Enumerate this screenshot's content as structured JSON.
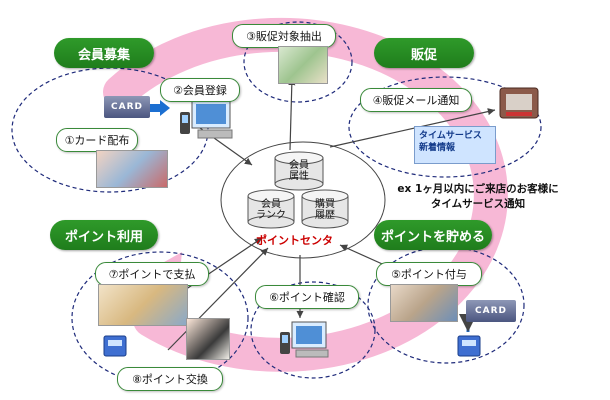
{
  "diagram": {
    "categories": {
      "membership": "会員募集",
      "promotion": "販促",
      "point_use": "ポイント利用",
      "point_save": "ポイントを貯める"
    },
    "steps": {
      "card_distribution": "①カード配布",
      "member_registration": "②会員登録",
      "promo_target_extract": "③販促対象抽出",
      "promo_mail": "④販促メール通知",
      "point_grant": "⑤ポイント付与",
      "point_check": "⑥ポイント確認",
      "point_payment": "⑦ポイントで支払",
      "point_exchange": "⑧ポイント交換"
    },
    "center": {
      "title": "ポイントセンタ",
      "db_attributes": "会員\n属性",
      "db_rank": "会員\nランク",
      "db_history": "購買\n履歴"
    },
    "card_labels": {
      "card_left": "CARD",
      "card_right": "CARD"
    },
    "mail_screen": {
      "line1": "タイムサービス",
      "line2": "新着情報"
    },
    "note": {
      "line1": "ex 1ヶ月以内にご来店のお客様に",
      "line2": "タイムサービス通知"
    },
    "colors": {
      "pill_green": "#2a8f26",
      "ring_pink": "#f7b8d6",
      "center_red": "#cc0000",
      "dashed_navy": "#1e2a7a",
      "arrow": "#444444"
    }
  }
}
